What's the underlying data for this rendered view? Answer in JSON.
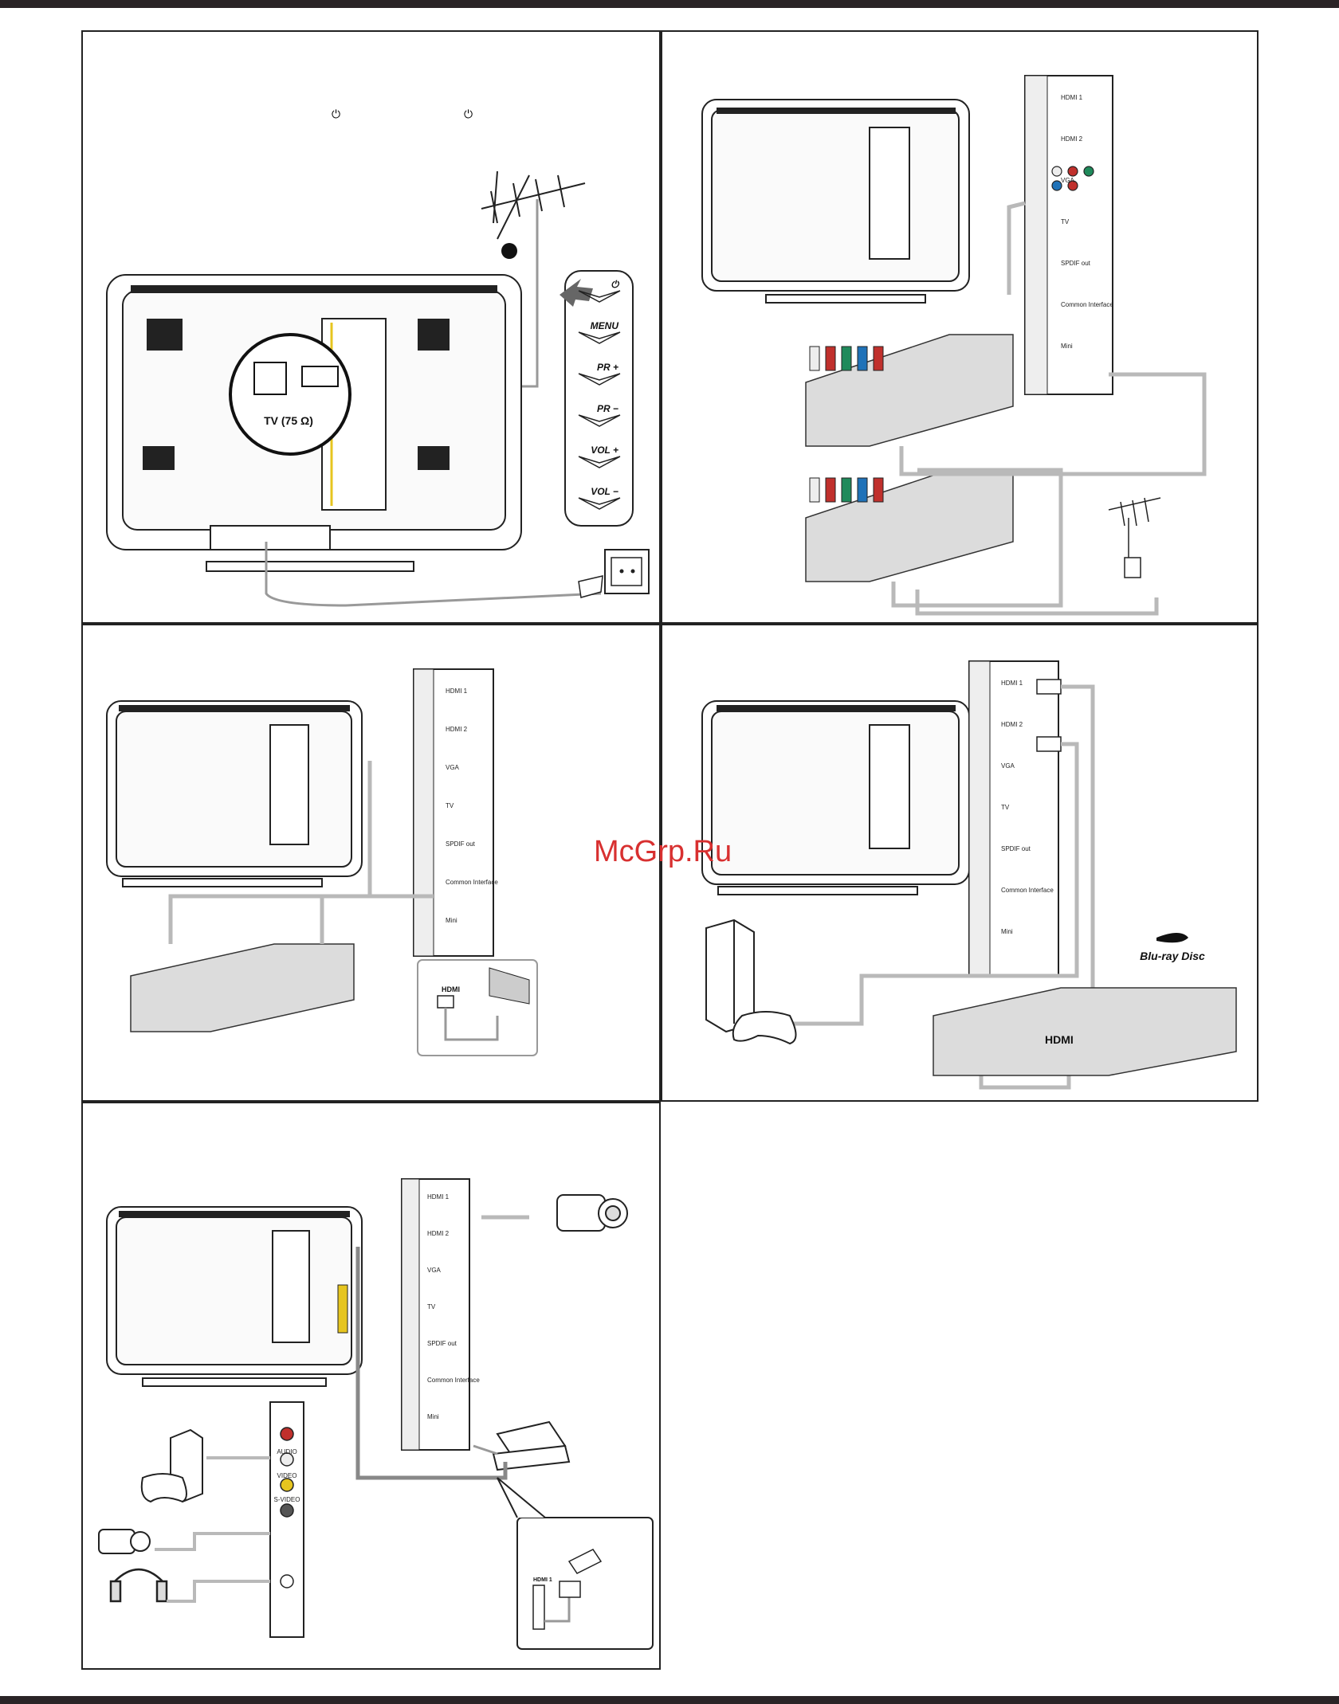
{
  "watermark": "McGrp.Ru",
  "panel1": {
    "power_symbol_1": "⏻",
    "power_symbol_2": "⏻",
    "antenna_label": "TV (75 Ω)",
    "keys": [
      "⏻",
      "MENU",
      "PR +",
      "PR −",
      "VOL +",
      "VOL −"
    ]
  },
  "side_panel_labels": [
    "HDMI 1",
    "HDMI 2",
    "VGA",
    "TV",
    "SPDIF out",
    "Common Interface",
    "Mini"
  ],
  "panel3": {
    "inset_label": "HDMI"
  },
  "panel4": {
    "bluray_logo": "Blu-ray Disc",
    "player_label": "HDMI"
  },
  "panel5": {
    "side_labels": [
      "AUDIO",
      "VIDEO",
      "S-VIDEO"
    ],
    "inset_label": "HDMI 1"
  },
  "colors": {
    "green": "#1f8a5b",
    "blue": "#1f72b8",
    "red": "#c0302c",
    "white": "#ededed",
    "yellow": "#e6c51f",
    "cable": "#b9b9b9",
    "device": "#dcdcdc"
  }
}
